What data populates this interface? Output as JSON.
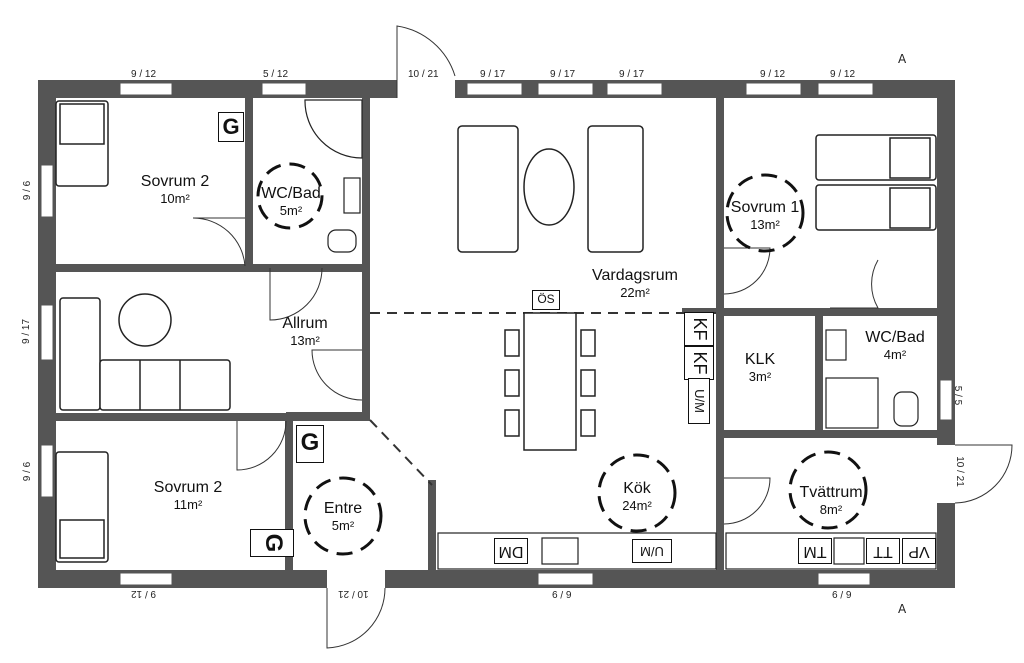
{
  "rooms": {
    "sovrum2_top": {
      "name": "Sovrum 2",
      "area": "10m²"
    },
    "wc_bad_left": {
      "name": "WC/Bad",
      "area": "5m²"
    },
    "allrum": {
      "name": "Allrum",
      "area": "13m²"
    },
    "sovrum2_bottom": {
      "name": "Sovrum 2",
      "area": "11m²"
    },
    "entre": {
      "name": "Entre",
      "area": "5m²"
    },
    "vardagsrum": {
      "name": "Vardagsrum",
      "area": "22m²"
    },
    "kok": {
      "name": "Kök",
      "area": "24m²"
    },
    "sovrum1": {
      "name": "Sovrum 1",
      "area": "13m²"
    },
    "klk": {
      "name": "KLK",
      "area": "3m²"
    },
    "wc_bad_right": {
      "name": "WC/Bad",
      "area": "4m²"
    },
    "tvattrum": {
      "name": "Tvättrum",
      "area": "8m²"
    }
  },
  "dimensions": {
    "top": [
      "9 / 12",
      "5 / 12",
      "10 / 21",
      "9 / 17",
      "9 / 17",
      "9 / 17",
      "9 / 12",
      "9 / 12"
    ],
    "left": [
      "9 / 6",
      "9 / 17",
      "9 / 6"
    ],
    "bottom": [
      "9 / 12",
      "10 / 21",
      "6 / 9",
      "6 / 9"
    ],
    "right": [
      "5 / 5",
      "10 / 21"
    ]
  },
  "symbols": {
    "wardrobe": "G",
    "os": "ÖS",
    "kf": "KF",
    "um": "U/M",
    "dm": "DM",
    "tm": "TM",
    "tt": "TT",
    "vp": "VP"
  },
  "section_marker": "A"
}
